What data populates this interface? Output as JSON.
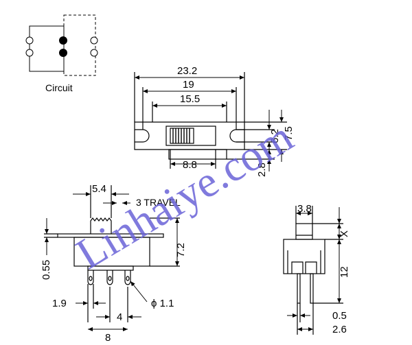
{
  "circuit": {
    "label": "Circuit"
  },
  "top_view": {
    "dims": {
      "total_width": "23.2",
      "mount_pitch": "19",
      "body_width": "15.5",
      "slot_height": "6.2",
      "body_height": "7.5",
      "slider_width": "8.8",
      "lower_height": "2.8"
    }
  },
  "front_view": {
    "dims": {
      "lever_width": "5.4",
      "travel": "3 TRAVEL",
      "plate_thickness": "0.55",
      "body_height": "7.2",
      "pin_offset": "1.9",
      "pin_hole": "ϕ 1.1",
      "pin_pitch": "4",
      "pin_span": "8"
    }
  },
  "side_view": {
    "dims": {
      "lever_thickness": "3.8",
      "lever_height": "X",
      "overall_height": "12",
      "pin_thickness": "0.5",
      "pin_span": "2.6"
    }
  },
  "watermark": "Linhaiye.com"
}
